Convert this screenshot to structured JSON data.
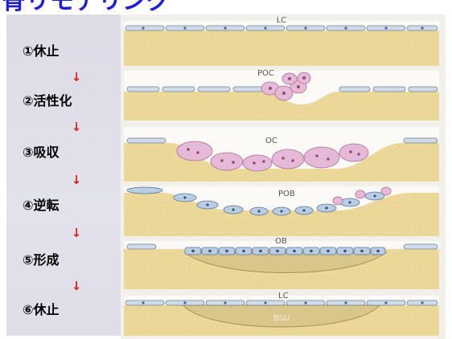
{
  "title": "骨リモデリング",
  "stages": [
    {
      "label": "①休止"
    },
    {
      "label": "②活性化"
    },
    {
      "label": "③吸収"
    },
    {
      "label": "④逆転"
    },
    {
      "label": "⑤形成"
    },
    {
      "label": "⑥休止"
    }
  ],
  "arrow_symbol": "↓",
  "diagram_labels": {
    "lc_top": "LC",
    "poc": "POC",
    "oc": "OC",
    "pob": "POB",
    "ob": "OB",
    "lc_bottom": "LC",
    "bsu": "BSU"
  },
  "colors": {
    "title": "#1f1fd6",
    "arrow": "#e0201a",
    "bone": "#ecd99a",
    "lining_cell": "#cfdce8",
    "osteoclast": "#e7b9d8",
    "osteoblast": "#b9cde3",
    "new_bone": "#d9c68a"
  }
}
